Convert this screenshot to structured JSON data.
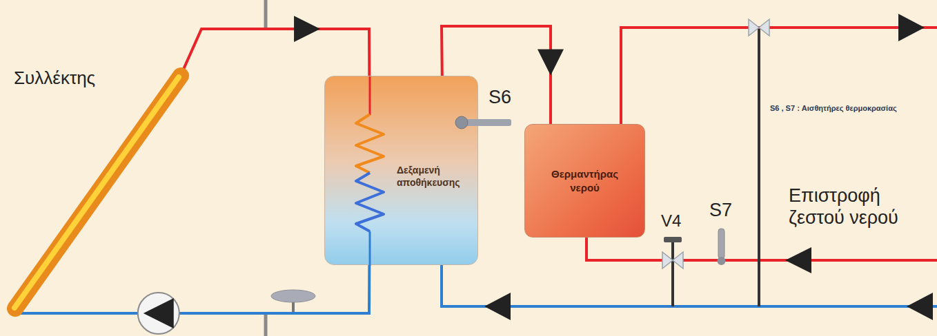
{
  "diagram": {
    "nodes": [
      {
        "text": [
          "Συλλέκτης"
        ]
      },
      {
        "text": [
          "Δεξαμενή αποθήκευσης"
        ]
      },
      {
        "text": [
          "Θερμαντήρας νερού"
        ]
      }
    ],
    "edges": [
      {
        "from": 0,
        "to": 1,
        "arrow": "to"
      },
      {
        "from": 1,
        "to": 2,
        "arrow": "to"
      },
      {
        "from": 1,
        "to": 0,
        "arrow": "to"
      }
    ],
    "labels": [
      "S6",
      "S6 , S7 : Αισθητήρες θερμοκρασίας",
      "V4",
      "S7",
      "Επιστροφή ζεστού νερού"
    ]
  }
}
